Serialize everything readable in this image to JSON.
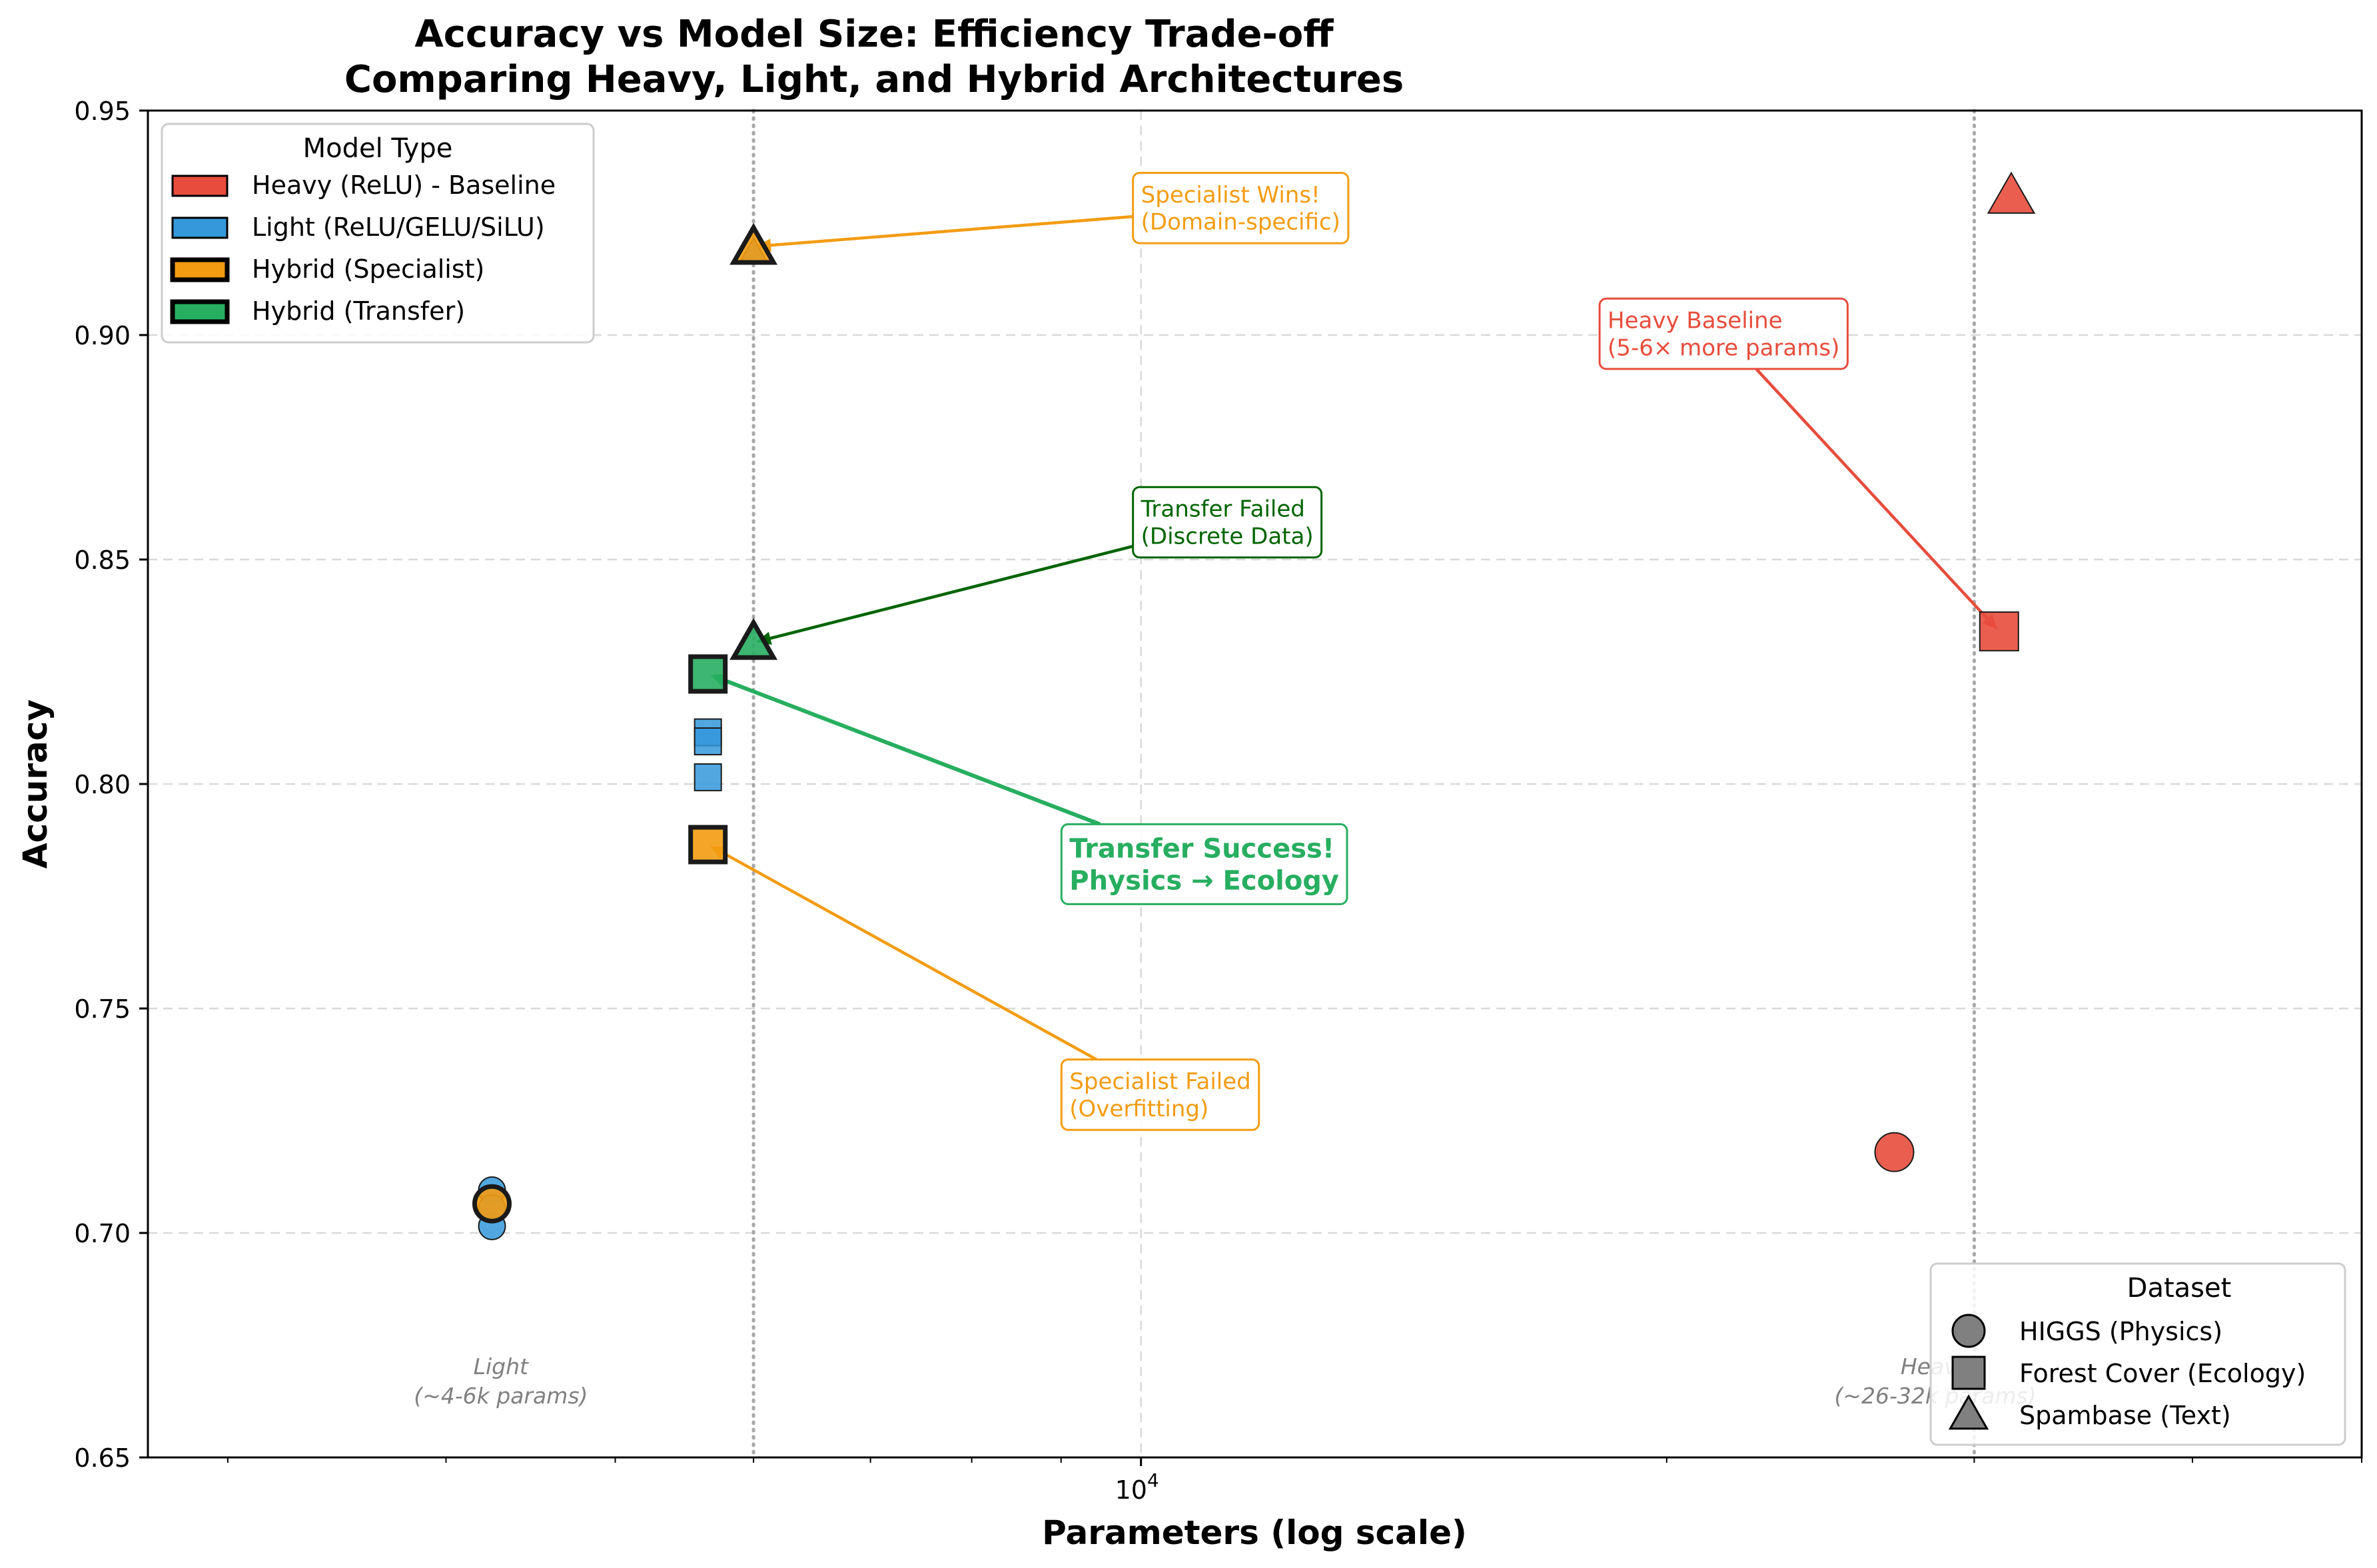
{
  "chart_data": {
    "type": "scatter",
    "title": "Accuracy vs Model Size: Efficiency Trade-off",
    "subtitle": "Comparing Heavy, Light, and Hybrid Architectures",
    "xlabel": "Parameters (log scale)",
    "ylabel": "Accuracy",
    "x_scale": "log",
    "xlim": [
      2700,
      50000
    ],
    "ylim": [
      0.65,
      0.95
    ],
    "x_ticks": [
      {
        "value": 10000,
        "label": "10^4",
        "base": "10",
        "exp": "4"
      }
    ],
    "y_ticks": [
      0.65,
      0.7,
      0.75,
      0.8,
      0.85,
      0.9,
      0.95
    ],
    "y_tick_labels": [
      "0.65",
      "0.70",
      "0.75",
      "0.80",
      "0.85",
      "0.90",
      "0.95"
    ],
    "grid": true,
    "reference_lines_x": [
      6000,
      30000
    ],
    "region_labels": [
      {
        "title": "Light",
        "detail": "(~4-6k params)",
        "x": 4300,
        "y": 0.662
      },
      {
        "title": "Heavy",
        "detail": "(~26-32k params)",
        "x": 28500,
        "y": 0.662
      }
    ],
    "model_legend": {
      "title": "Model Type",
      "position": "top-left",
      "entries": [
        {
          "label": "Heavy (ReLU) - Baseline",
          "color": "#e74c3c",
          "edge": "#000000",
          "bold": false
        },
        {
          "label": "Light (ReLU/GELU/SiLU)",
          "color": "#3498db",
          "edge": "#000000",
          "bold": false
        },
        {
          "label": "Hybrid (Specialist)",
          "color": "#f39c12",
          "edge": "#000000",
          "bold": true
        },
        {
          "label": "Hybrid (Transfer)",
          "color": "#27ae60",
          "edge": "#000000",
          "bold": true
        }
      ]
    },
    "dataset_legend": {
      "title": "Dataset",
      "position": "bottom-right",
      "entries": [
        {
          "label": "HIGGS (Physics)",
          "marker": "circle"
        },
        {
          "label": "Forest Cover (Ecology)",
          "marker": "square"
        },
        {
          "label": "Spambase (Text)",
          "marker": "triangle"
        }
      ]
    },
    "series": [
      {
        "name": "Heavy (ReLU) - Baseline",
        "color": "#e74c3c",
        "points": [
          {
            "x": 27000,
            "y": 0.718,
            "marker": "circle"
          },
          {
            "x": 31000,
            "y": 0.834,
            "marker": "square"
          },
          {
            "x": 31500,
            "y": 0.931,
            "marker": "triangle"
          }
        ]
      },
      {
        "name": "Light (ReLU/GELU/SiLU)",
        "color": "#3498db",
        "points": [
          {
            "x": 4250,
            "y": 0.7095,
            "marker": "circle"
          },
          {
            "x": 4250,
            "y": 0.7015,
            "marker": "circle"
          },
          {
            "x": 4250,
            "y": 0.7055,
            "marker": "circle"
          },
          {
            "x": 5650,
            "y": 0.8115,
            "marker": "square"
          },
          {
            "x": 5650,
            "y": 0.8095,
            "marker": "square"
          },
          {
            "x": 5650,
            "y": 0.8015,
            "marker": "square"
          },
          {
            "x": 6000,
            "y": 0.9185,
            "marker": "triangle"
          }
        ]
      },
      {
        "name": "Hybrid (Specialist)",
        "color": "#f39c12",
        "points": [
          {
            "x": 4250,
            "y": 0.7065,
            "marker": "circle"
          },
          {
            "x": 5650,
            "y": 0.7865,
            "marker": "square"
          },
          {
            "x": 6000,
            "y": 0.9195,
            "marker": "triangle"
          }
        ]
      },
      {
        "name": "Hybrid (Transfer)",
        "color": "#27ae60",
        "points": [
          {
            "x": 5650,
            "y": 0.8245,
            "marker": "square"
          },
          {
            "x": 6000,
            "y": 0.8315,
            "marker": "triangle"
          }
        ]
      }
    ],
    "annotations": [
      {
        "lines": [
          "Specialist Wins!",
          "(Domain-specific)"
        ],
        "color": "#f39c12",
        "bold": false,
        "text_x": 10000,
        "text_y": 0.9235,
        "arrow_x": 6000,
        "arrow_y": 0.9197
      },
      {
        "lines": [
          "Heavy Baseline",
          "(5-6× more params)"
        ],
        "color": "#e74c3c",
        "bold": false,
        "text_x": 18500,
        "text_y": 0.8955,
        "arrow_x": 31000,
        "arrow_y": 0.834
      },
      {
        "lines": [
          "Transfer Failed",
          "(Discrete Data)"
        ],
        "color": "#006400",
        "bold": false,
        "text_x": 10000,
        "text_y": 0.8535,
        "arrow_x": 6000,
        "arrow_y": 0.8315
      },
      {
        "lines": [
          "Transfer Success!",
          "Physics → Ecology"
        ],
        "color": "#27ae60",
        "bold": true,
        "text_x": 9100,
        "text_y": 0.7765,
        "arrow_x": 5650,
        "arrow_y": 0.8245
      },
      {
        "lines": [
          "Specialist Failed",
          "(Overfitting)"
        ],
        "color": "#f39c12",
        "bold": false,
        "text_x": 9100,
        "text_y": 0.726,
        "arrow_x": 5650,
        "arrow_y": 0.7865
      }
    ]
  }
}
